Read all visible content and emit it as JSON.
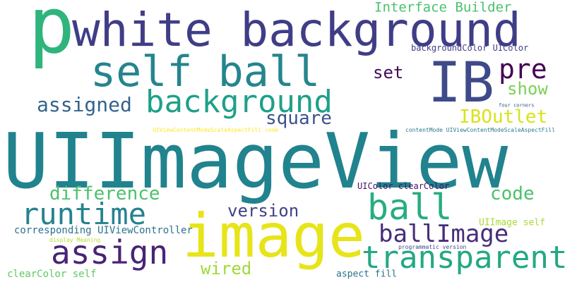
{
  "words": [
    {
      "text": "UIImageView",
      "color": "#21838e"
    },
    {
      "text": "white background",
      "color": "#403d87"
    },
    {
      "text": "p",
      "color": "#2fb47c"
    },
    {
      "text": "self ball",
      "color": "#25858e"
    },
    {
      "text": "IB",
      "color": "#3e4a89"
    },
    {
      "text": "image",
      "color": "#e7e419"
    },
    {
      "text": "background",
      "color": "#1fa088"
    },
    {
      "text": "ball",
      "color": "#27ad81"
    },
    {
      "text": "transparent",
      "color": "#23a983"
    },
    {
      "text": "assign",
      "color": "#482475"
    },
    {
      "text": "runtime",
      "color": "#26828e"
    },
    {
      "text": "ballImage",
      "color": "#472d7b"
    },
    {
      "text": "pre",
      "color": "#440154"
    },
    {
      "text": "Interface Builder",
      "color": "#4ac16d"
    },
    {
      "text": "set",
      "color": "#450b57"
    },
    {
      "text": "show",
      "color": "#7ad151"
    },
    {
      "text": "assigned",
      "color": "#33638d"
    },
    {
      "text": "square",
      "color": "#3b528b"
    },
    {
      "text": "IBOutlet",
      "color": "#d8e219"
    },
    {
      "text": "difference",
      "color": "#4cc26c"
    },
    {
      "text": "code",
      "color": "#4ac16d"
    },
    {
      "text": "version",
      "color": "#414287"
    },
    {
      "text": "wired",
      "color": "#a0da39"
    },
    {
      "text": "backgroundColor UIColor",
      "color": "#433e85"
    },
    {
      "text": "UIColor clearColor",
      "color": "#471063"
    },
    {
      "text": "corresponding UIViewController",
      "color": "#2c728e"
    },
    {
      "text": "UIImage self",
      "color": "#a8db34"
    },
    {
      "text": "clearColor self",
      "color": "#5ec962"
    },
    {
      "text": "aspect fill",
      "color": "#2d708e"
    },
    {
      "text": "UIViewContentModeScaleAspectFill code",
      "color": "#fde725"
    },
    {
      "text": "contentMode UIViewContentModeScaleAspectFill",
      "color": "#2a788e"
    },
    {
      "text": "four corners",
      "color": "#3b528b"
    },
    {
      "text": "display Meaning",
      "color": "#b5de2b"
    },
    {
      "text": "programmatic version",
      "color": "#3e4a89"
    }
  ]
}
